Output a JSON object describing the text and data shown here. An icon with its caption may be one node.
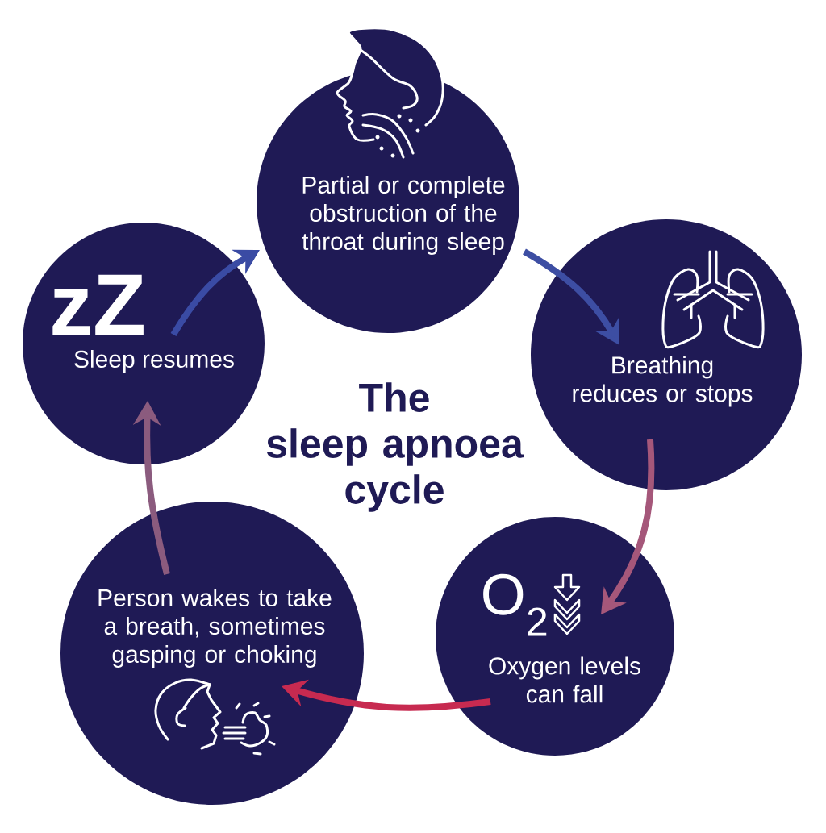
{
  "diagram": {
    "title": "The sleep apnoea cycle",
    "nodes": [
      {
        "text": [
          "Partial or complete obstruction of the throat during sleep"
        ]
      },
      {
        "text": [
          "Breathing reduces or stops"
        ]
      },
      {
        "text": [
          "O$_{2}$",
          "Oxygen levels can fall"
        ]
      },
      {
        "text": [
          "Person wakes to take a breath, sometimes gasping or choking"
        ]
      },
      {
        "text": [
          "zZ",
          "Sleep resumes"
        ]
      }
    ],
    "edges": [
      {
        "from": 0,
        "to": 1,
        "arrow": "to",
        "color": "#3d4ea3"
      },
      {
        "from": 1,
        "to": 2,
        "arrow": "to",
        "color": "#a5577a"
      },
      {
        "from": 2,
        "to": 3,
        "arrow": "to",
        "color": "#c72a50"
      },
      {
        "from": 3,
        "to": 4,
        "arrow": "to",
        "color": "#8b5b7e"
      },
      {
        "from": 4,
        "to": 0,
        "arrow": "to",
        "color": "#3a4ba4"
      }
    ]
  }
}
